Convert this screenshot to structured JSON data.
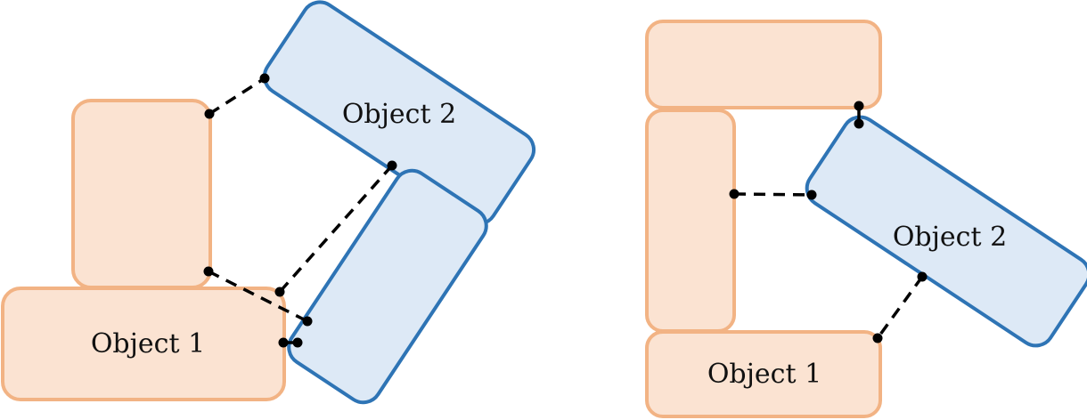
{
  "diagram": {
    "left_panel": {
      "object1_label": "Object 1",
      "object2_label": "Object 2"
    },
    "right_panel": {
      "object1_label": "Object 1",
      "object2_label": "Object 2"
    },
    "colors": {
      "static_fill": "#fbe3d2",
      "static_stroke": "#f2b384",
      "object2_fill": "#dde9f6",
      "object2_stroke": "#2e74b5",
      "connector": "#000000"
    }
  }
}
